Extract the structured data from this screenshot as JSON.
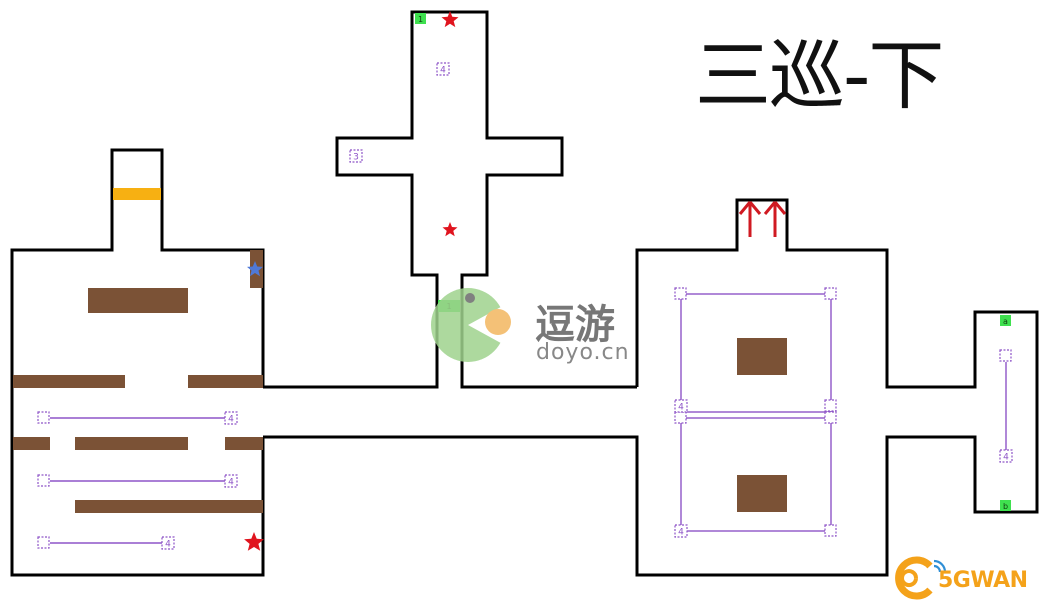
{
  "title": "三巡-下",
  "watermark": {
    "cn": "逗游",
    "en": "doyo.cn"
  },
  "brand": {
    "text": "5GWAN"
  },
  "markers": {
    "green_1_top": "1",
    "green_1_mid": "1",
    "green_a": "a",
    "green_b": "b",
    "count_4": "4",
    "count_3": "3"
  },
  "colors": {
    "wall": "#000000",
    "obstacle": "#7b5236",
    "patrol": "#8e55c8",
    "star_red": "#e0141e",
    "star_blue": "#4f79d8",
    "gate": "#f7b012",
    "exit_arrow": "#d01a22",
    "marker_green": "#3fe04f"
  }
}
